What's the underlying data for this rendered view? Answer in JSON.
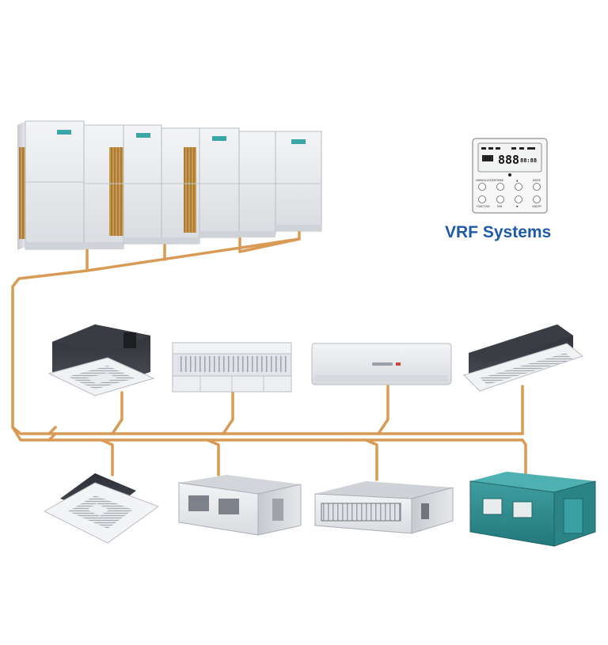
{
  "title": "VRF Systems",
  "colors": {
    "pipe": "#d99a55",
    "title": "#1f5aa6",
    "unit_body": "#e9ebee",
    "unit_shadow": "#c9ccd1",
    "accent_teal": "#3aa6a6",
    "duct_teal": "#2f8f91"
  },
  "controller": {
    "lcd_digits": "888",
    "lcd_small": "88:88",
    "buttons": [
      "SWING/LOUVER",
      "TIMER",
      "▲",
      "MODE",
      "FUNCTION",
      "FAN",
      "▼",
      "ON/OFF"
    ]
  },
  "outdoor_units": 4,
  "indoor_units": [
    {
      "type": "four-way-cassette-icon",
      "row": 1
    },
    {
      "type": "ceiling-floor-unit-icon",
      "row": 1
    },
    {
      "type": "wall-split-unit-icon",
      "row": 1
    },
    {
      "type": "one-way-cassette-icon",
      "row": 1
    },
    {
      "type": "compact-cassette-icon",
      "row": 2
    },
    {
      "type": "high-static-duct-icon",
      "row": 2
    },
    {
      "type": "slim-duct-icon",
      "row": 2
    },
    {
      "type": "teal-duct-unit-icon",
      "row": 2
    }
  ]
}
